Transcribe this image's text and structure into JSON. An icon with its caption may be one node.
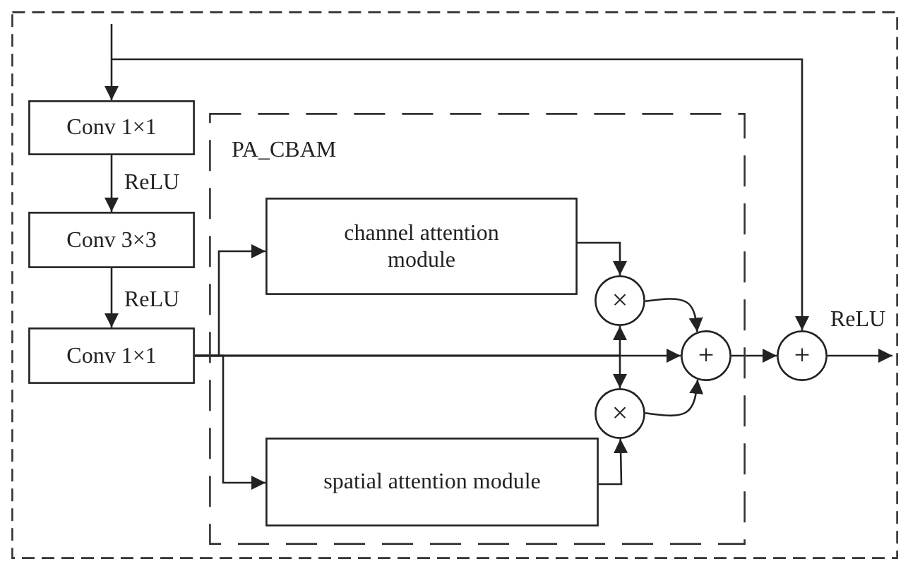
{
  "diagram": {
    "nodes": [
      {
        "text": [],
        "shape": "box"
      },
      {
        "text": [
          "Conv 1×1"
        ],
        "in": 0
      },
      {
        "text": [
          "Conv 3×3"
        ],
        "in": 0
      },
      {
        "text": [
          "Conv 1×1"
        ],
        "in": 0
      },
      {
        "text": [
          "PA_CBAM"
        ],
        "in": 0
      },
      {
        "text": [
          "channel attention module"
        ],
        "in": 4
      },
      {
        "text": [
          "spatial attention module"
        ],
        "in": 4
      },
      {
        "text": [
          "×"
        ],
        "in": 4
      },
      {
        "text": [
          "×"
        ],
        "in": 4
      },
      {
        "text": [
          "+"
        ],
        "in": 4
      },
      {
        "text": [
          "+"
        ],
        "in": 0
      }
    ],
    "edges": [
      {
        "from": null,
        "to": 1,
        "arrow": "to"
      },
      {
        "from": null,
        "to": 10,
        "arrow": "to"
      },
      {
        "from": 1,
        "to": 2,
        "arrow": "to",
        "label": "ReLU"
      },
      {
        "from": 2,
        "to": 3,
        "arrow": "to",
        "label": "ReLU"
      },
      {
        "from": 3,
        "to": 5,
        "arrow": "to"
      },
      {
        "from": 3,
        "to": 6,
        "arrow": "to"
      },
      {
        "from": 3,
        "to": 9,
        "arrow": "to"
      },
      {
        "from": 3,
        "to": 7,
        "arrow": "to"
      },
      {
        "from": 3,
        "to": 8,
        "arrow": "to"
      },
      {
        "from": 5,
        "to": 7,
        "arrow": "to"
      },
      {
        "from": 6,
        "to": 8,
        "arrow": "to"
      },
      {
        "from": 7,
        "to": 9,
        "arrow": "to"
      },
      {
        "from": 8,
        "to": 9,
        "arrow": "to"
      },
      {
        "from": 9,
        "to": 10,
        "arrow": "to"
      },
      {
        "from": 10,
        "to": null,
        "arrow": "to",
        "label": "ReLU"
      }
    ]
  }
}
